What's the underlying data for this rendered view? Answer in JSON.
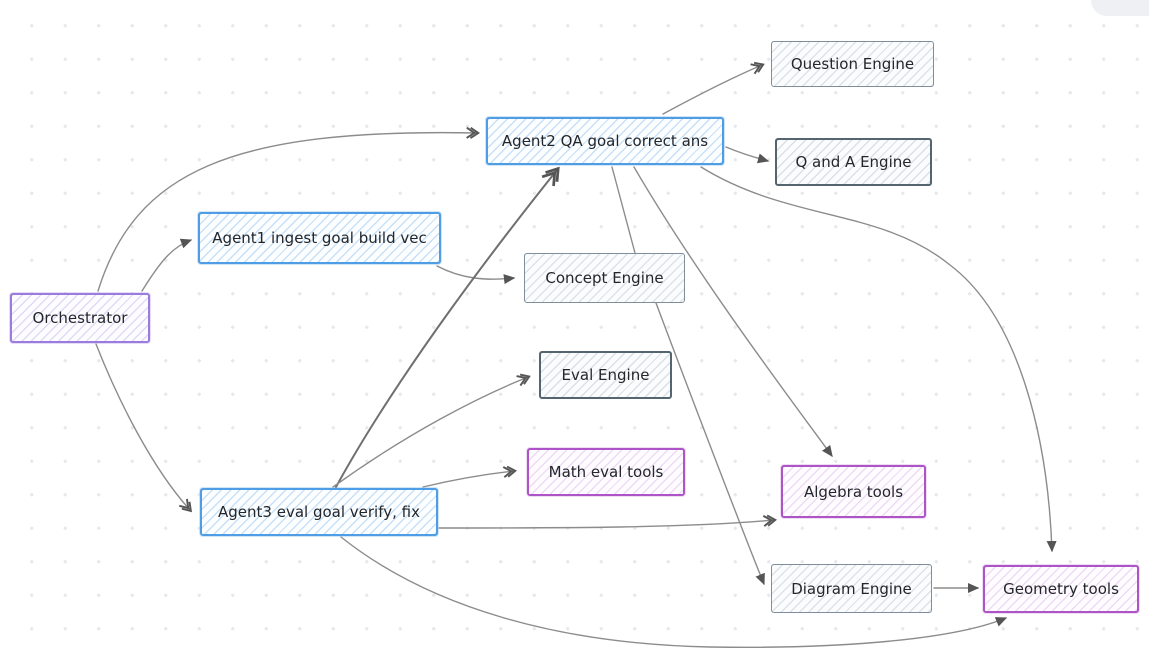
{
  "app": {
    "kind": "whiteboard-diagram-canvas",
    "background_color": "#ffffff",
    "dot_grid_color": "#e7e9ee"
  },
  "palette": {
    "blue_border": "#4e9de5",
    "purple_border": "#9b7bdd",
    "magenta_border": "#ad54c6",
    "slate_border": "#7e8e9c",
    "slate_border_dark": "#54656f",
    "edge_color": "#8c8c8c",
    "text_color": "#23262b"
  },
  "nodes": [
    {
      "id": "orchestrator",
      "label": "Orchestrator",
      "style": "purple"
    },
    {
      "id": "agent1",
      "label": "Agent1 ingest goal build vec",
      "style": "blue"
    },
    {
      "id": "agent2",
      "label": "Agent2 QA goal correct ans",
      "style": "blue"
    },
    {
      "id": "agent3",
      "label": "Agent3 eval goal verify, fix",
      "style": "blue"
    },
    {
      "id": "question-engine",
      "label": "Question Engine",
      "style": "gray"
    },
    {
      "id": "qa-engine",
      "label": "Q and A Engine",
      "style": "gray-dark"
    },
    {
      "id": "concept-engine",
      "label": "Concept Engine",
      "style": "gray"
    },
    {
      "id": "eval-engine",
      "label": "Eval Engine",
      "style": "gray-dark"
    },
    {
      "id": "math-eval-tools",
      "label": "Math eval tools",
      "style": "magenta"
    },
    {
      "id": "algebra-tools",
      "label": "Algebra tools",
      "style": "magenta"
    },
    {
      "id": "diagram-engine",
      "label": "Diagram Engine",
      "style": "gray"
    },
    {
      "id": "geometry-tools",
      "label": "Geometry tools",
      "style": "magenta"
    }
  ],
  "edges": [
    {
      "from": "orchestrator",
      "to": "agent2",
      "head": "chevron"
    },
    {
      "from": "orchestrator",
      "to": "agent1",
      "head": "triangle"
    },
    {
      "from": "orchestrator",
      "to": "agent3",
      "head": "chevron"
    },
    {
      "from": "agent1",
      "to": "concept-engine",
      "head": "triangle"
    },
    {
      "from": "agent3",
      "to": "agent2",
      "head": "chevron"
    },
    {
      "from": "agent3",
      "to": "eval-engine",
      "head": "chevron"
    },
    {
      "from": "agent3",
      "to": "math-eval-tools",
      "head": "chevron"
    },
    {
      "from": "agent3",
      "to": "algebra-tools",
      "head": "chevron"
    },
    {
      "from": "agent3",
      "to": "geometry-tools",
      "head": "triangle"
    },
    {
      "from": "agent2",
      "to": "question-engine",
      "head": "chevron"
    },
    {
      "from": "agent2",
      "to": "qa-engine",
      "head": "triangle"
    },
    {
      "from": "agent2",
      "to": "algebra-tools",
      "head": "triangle"
    },
    {
      "from": "agent2",
      "to": "diagram-engine",
      "head": "triangle",
      "note": "dashed where it crosses Concept Engine"
    },
    {
      "from": "agent2",
      "to": "geometry-tools",
      "head": "triangle"
    },
    {
      "from": "diagram-engine",
      "to": "geometry-tools",
      "head": "triangle"
    }
  ]
}
